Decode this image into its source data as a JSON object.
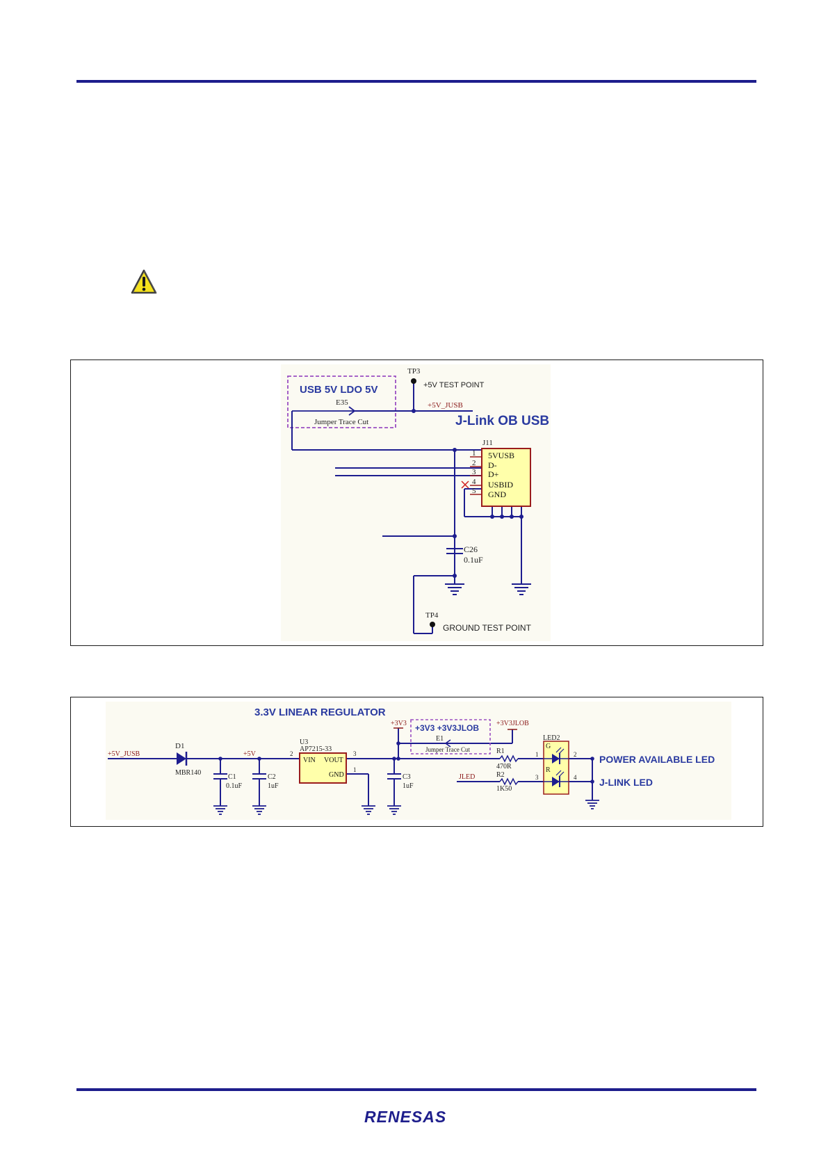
{
  "schematic1": {
    "ldo_group_title": "USB 5V  LDO 5V",
    "jumper_ref": "E35",
    "jumper_desc": "Jumper Trace Cut",
    "tp_top_ref": "TP3",
    "tp_top_label": "+5V TEST POINT",
    "net_5v_jusb": "+5V_JUSB",
    "title": "J-Link OB USB",
    "connector_ref": "J11",
    "pin_numbers": [
      "1",
      "2",
      "3",
      "4",
      "5"
    ],
    "pin_names": [
      "5VUSB",
      "D-",
      "D+",
      "USBID",
      "GND"
    ],
    "cap_ref": "C26",
    "cap_value": "0.1uF",
    "tp_bottom_ref": "TP4",
    "tp_bottom_label": "GROUND TEST POINT"
  },
  "schematic2": {
    "title": "3.3V LINEAR REGULATOR",
    "net_5v_jusb": "+5V_JUSB",
    "diode_ref": "D1",
    "diode_part": "MBR140",
    "c1_ref": "C1",
    "c1_value": "0.1uF",
    "net_5v": "+5V",
    "c2_ref": "C2",
    "c2_value": "1uF",
    "reg_ref": "U3",
    "reg_part": "AP7215-33",
    "reg_pin_vin": "VIN",
    "reg_pin_vout": "VOUT",
    "reg_pin_gnd": "GND",
    "reg_pin_num_vin": "2",
    "reg_pin_num_vout": "3",
    "reg_pin_num_gnd": "1",
    "net_3v3": "+3V3",
    "jumper_group_title": "+3V3  +3V3JLOB",
    "jumper_ref": "E1",
    "jumper_desc": "Jumper Trace Cut",
    "net_3v3jlob": "+3V3JLOB",
    "c3_ref": "C3",
    "c3_value": "1uF",
    "r1_ref": "R1",
    "r1_value": "470R",
    "r2_ref": "R2",
    "r2_value": "1K50",
    "net_jled": "JLED",
    "led_ref": "LED2",
    "led_g": "G",
    "led_r": "R",
    "led_pins": [
      "1",
      "2",
      "3",
      "4"
    ],
    "label_power_led": "POWER AVAILABLE LED",
    "label_jlink_led": "J-LINK LED"
  },
  "footer": {
    "logo_text": "RENESAS"
  },
  "colors": {
    "rule": "#1e1e8c",
    "wire": "#1d1d8f",
    "label_blue": "#2a3aa0",
    "component_fill": "#ffffaa",
    "component_stroke": "#9a1c1c",
    "dashed_box": "#9b4fc2",
    "net_label": "#8a1818",
    "schematic_bg": "#fbfaf2"
  },
  "icons": {
    "warning": "warning-triangle-icon"
  }
}
